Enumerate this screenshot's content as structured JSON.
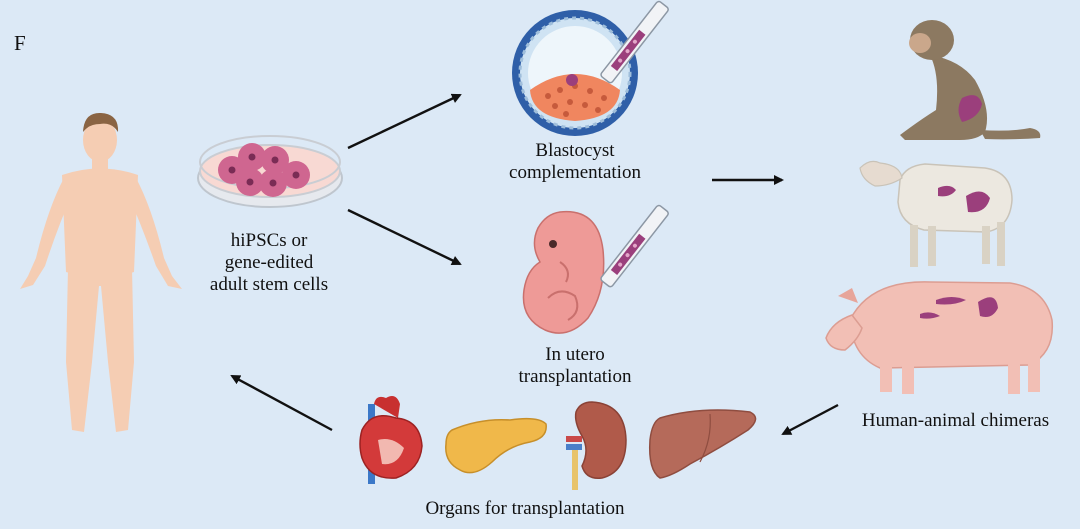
{
  "panel_letter": "F",
  "labels": {
    "cells": [
      "hiPSCs or",
      "gene-edited",
      "adult stem cells"
    ],
    "blastocyst": [
      "Blastocyst",
      "complementation"
    ],
    "utero": [
      "In utero",
      "transplantation"
    ],
    "chimeras": "Human-animal chimeras",
    "organs": "Organs for transplantation"
  },
  "icons": {
    "human": "human-figure-icon",
    "dish": "petri-dish-icon",
    "blastocyst": "blastocyst-icon",
    "embryo": "embryo-icon",
    "monkey": "monkey-icon",
    "sheep": "sheep-icon",
    "pig": "pig-icon",
    "heart": "heart-icon",
    "pancreas": "pancreas-icon",
    "kidney": "kidney-icon",
    "liver": "liver-icon"
  },
  "colors": {
    "background": "#dce9f6",
    "chimera_patch": "#9b3f7c",
    "arrow": "#111111"
  }
}
